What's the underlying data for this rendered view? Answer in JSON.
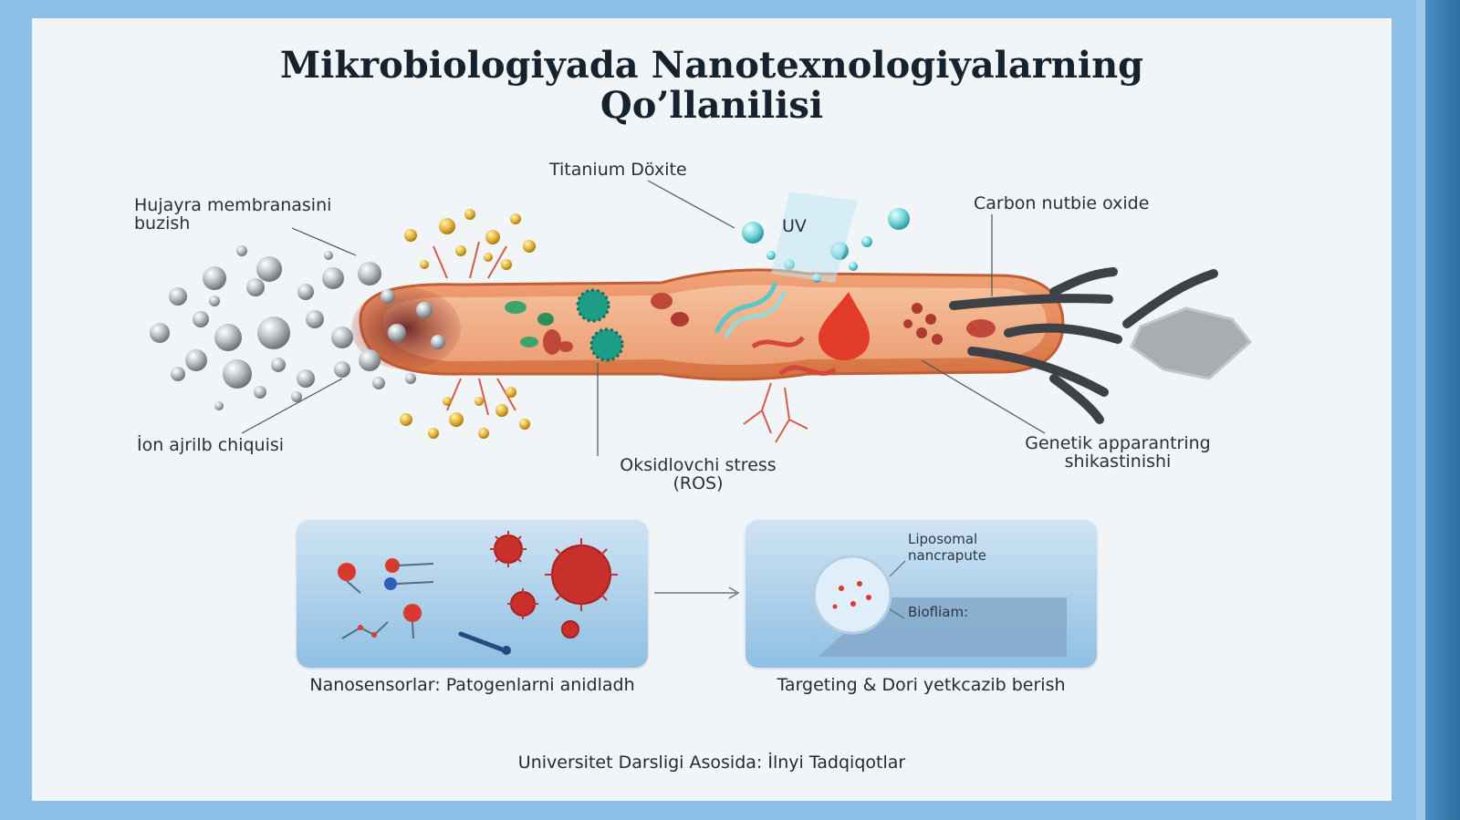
{
  "title": "Mikrobiologiyada Nanotexnologiyalarning\nQo’llanilisi",
  "labels": {
    "membrane": "Hujayra membranasini\nbuzish",
    "titanium": "Titanium Döxite",
    "uv": "UV",
    "carbon": "Carbon nutbie oxide",
    "ion": "İon ajrilb chiquisi",
    "oxidative": "Oksidlovchi stress\n(ROS)",
    "genetic": "Genetik apparantring\nshikastinishi"
  },
  "panels": {
    "left_caption": "Nanosensorlar: Patogenlarni anidladh",
    "right_caption": "Targeting & Dori yetkcazib berish",
    "liposomal": "Liposomal\nnancrapute",
    "biofilm": "Biofliam:"
  },
  "footer": "Universitet Darsligi Asosida: İlnyi Tadqiqotlar",
  "colors": {
    "bacterium": "#e6895b",
    "silver_particle": "#b8bcc2",
    "gold_particle": "#e2b43a",
    "teal_particle": "#6fd3d8",
    "carbon_tube": "#3e4246",
    "virus": "#c9302c"
  }
}
